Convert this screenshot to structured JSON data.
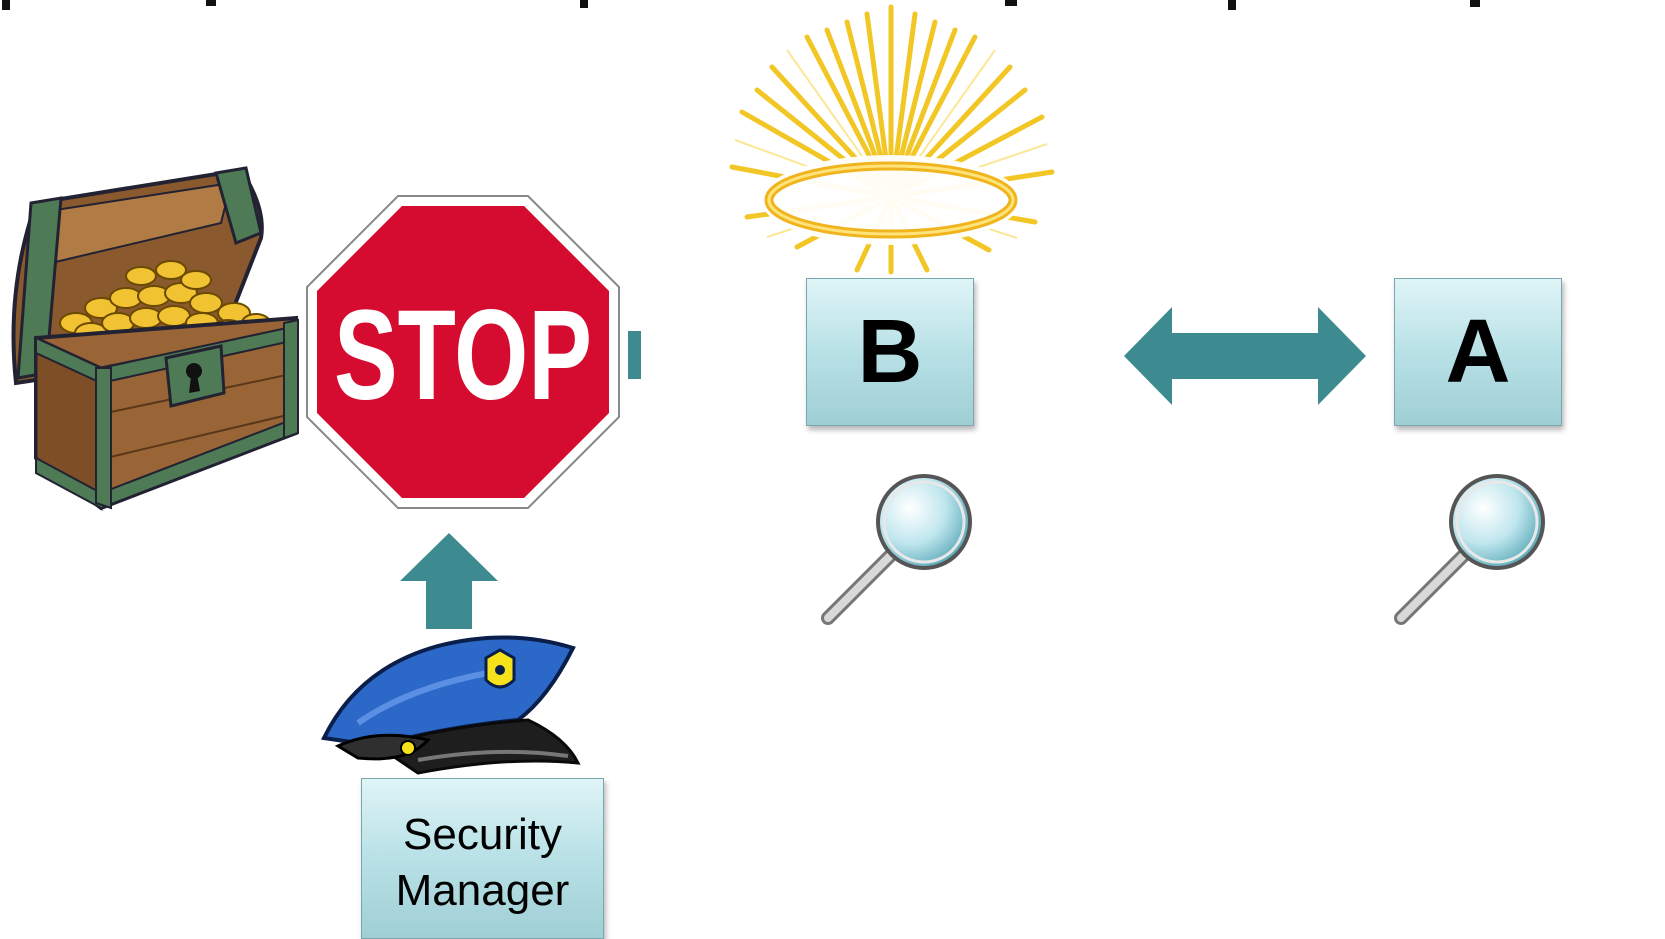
{
  "diagram": {
    "colors": {
      "arrow": "#3d8b91",
      "box_fill": "#b8e1e6",
      "stop_red": "#d50b2f",
      "halo": "#f2c41a",
      "cap_blue": "#2b68c8"
    },
    "nodes": {
      "b": {
        "label": "B"
      },
      "a": {
        "label": "A"
      },
      "security_manager": {
        "line1": "Security",
        "line2": "Manager"
      }
    },
    "stop_sign": {
      "text": "STOP"
    },
    "icons": [
      "treasure-chest-icon",
      "stop-sign-icon",
      "halo-icon",
      "magnifier-icon",
      "police-cap-icon",
      "double-arrow-icon",
      "up-arrow-icon"
    ]
  }
}
